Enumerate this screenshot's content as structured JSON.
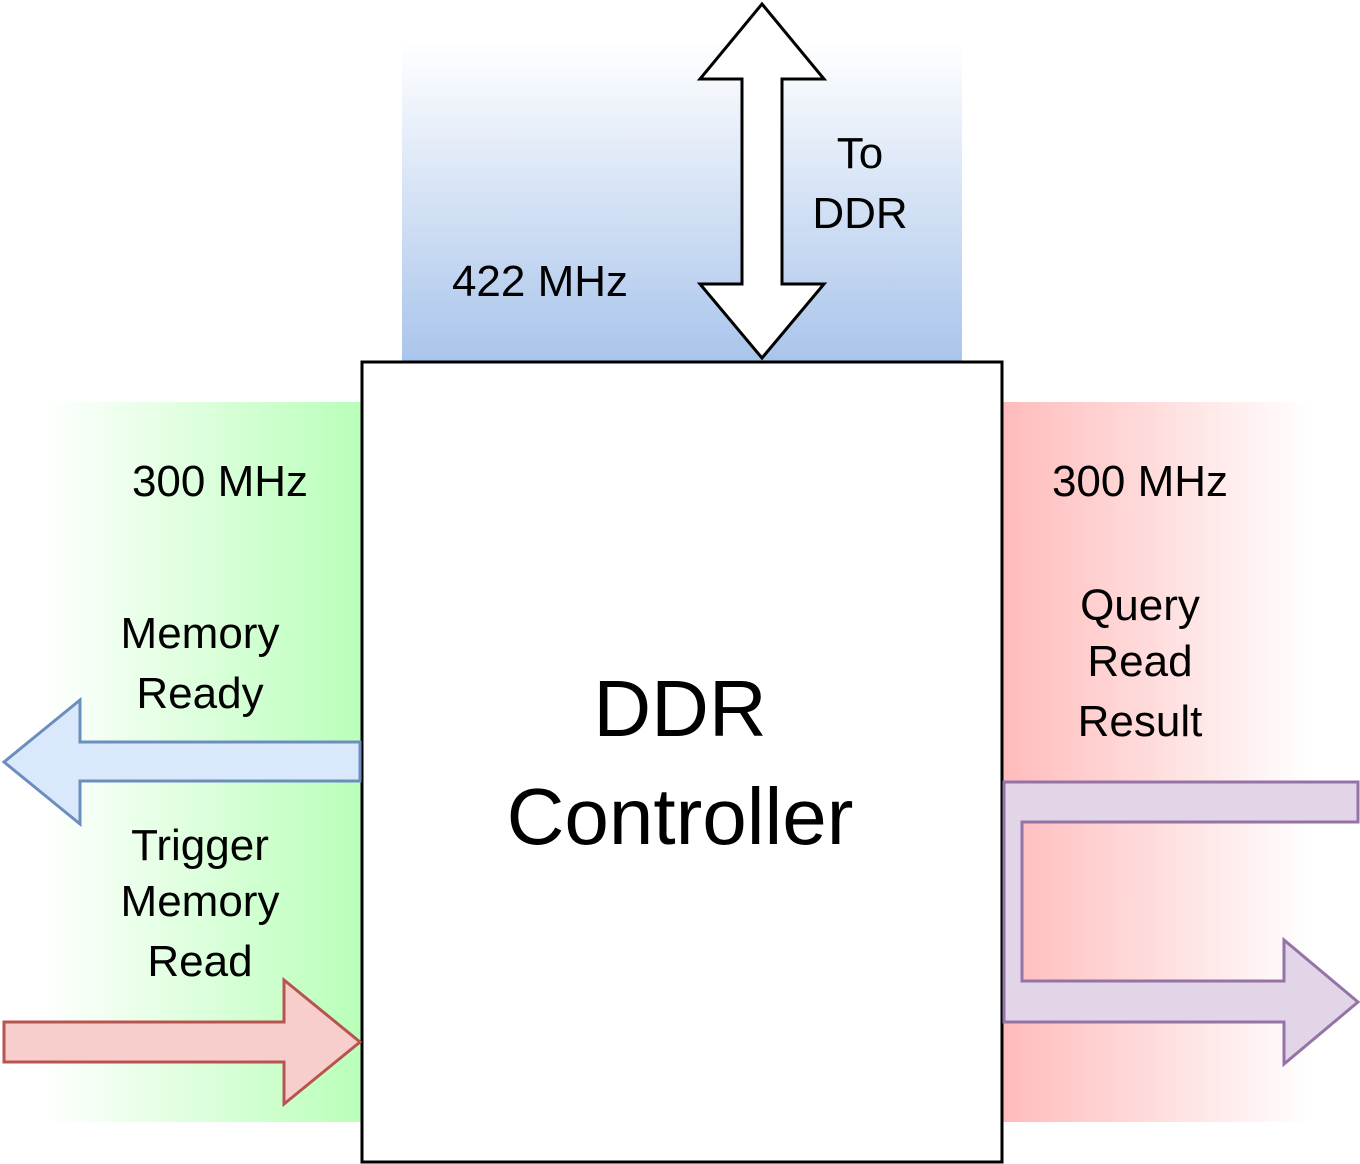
{
  "colors": {
    "top_region": "#a9c4eb",
    "left_region": "#b9ffb9",
    "right_region": "#ffbbbb",
    "blue_arrow_fill": "#dae8fc",
    "blue_arrow_stroke": "#6c8ebf",
    "red_arrow_fill": "#f8cecc",
    "red_arrow_stroke": "#b85450",
    "purple_arrow_fill": "#e1d5e7",
    "purple_arrow_stroke": "#9673a6"
  },
  "controller": {
    "line1": "DDR",
    "line2": "Controller"
  },
  "top": {
    "clock": "422 MHz",
    "link_line1": "To",
    "link_line2": "DDR"
  },
  "left": {
    "clock": "300 MHz",
    "ready_line1": "Memory",
    "ready_line2": "Ready",
    "trigger_line1": "Trigger",
    "trigger_line2": "Memory",
    "trigger_line3": "Read"
  },
  "right": {
    "clock": "300 MHz",
    "result_line1": "Query",
    "result_line2": "Read",
    "result_line3": "Result"
  }
}
